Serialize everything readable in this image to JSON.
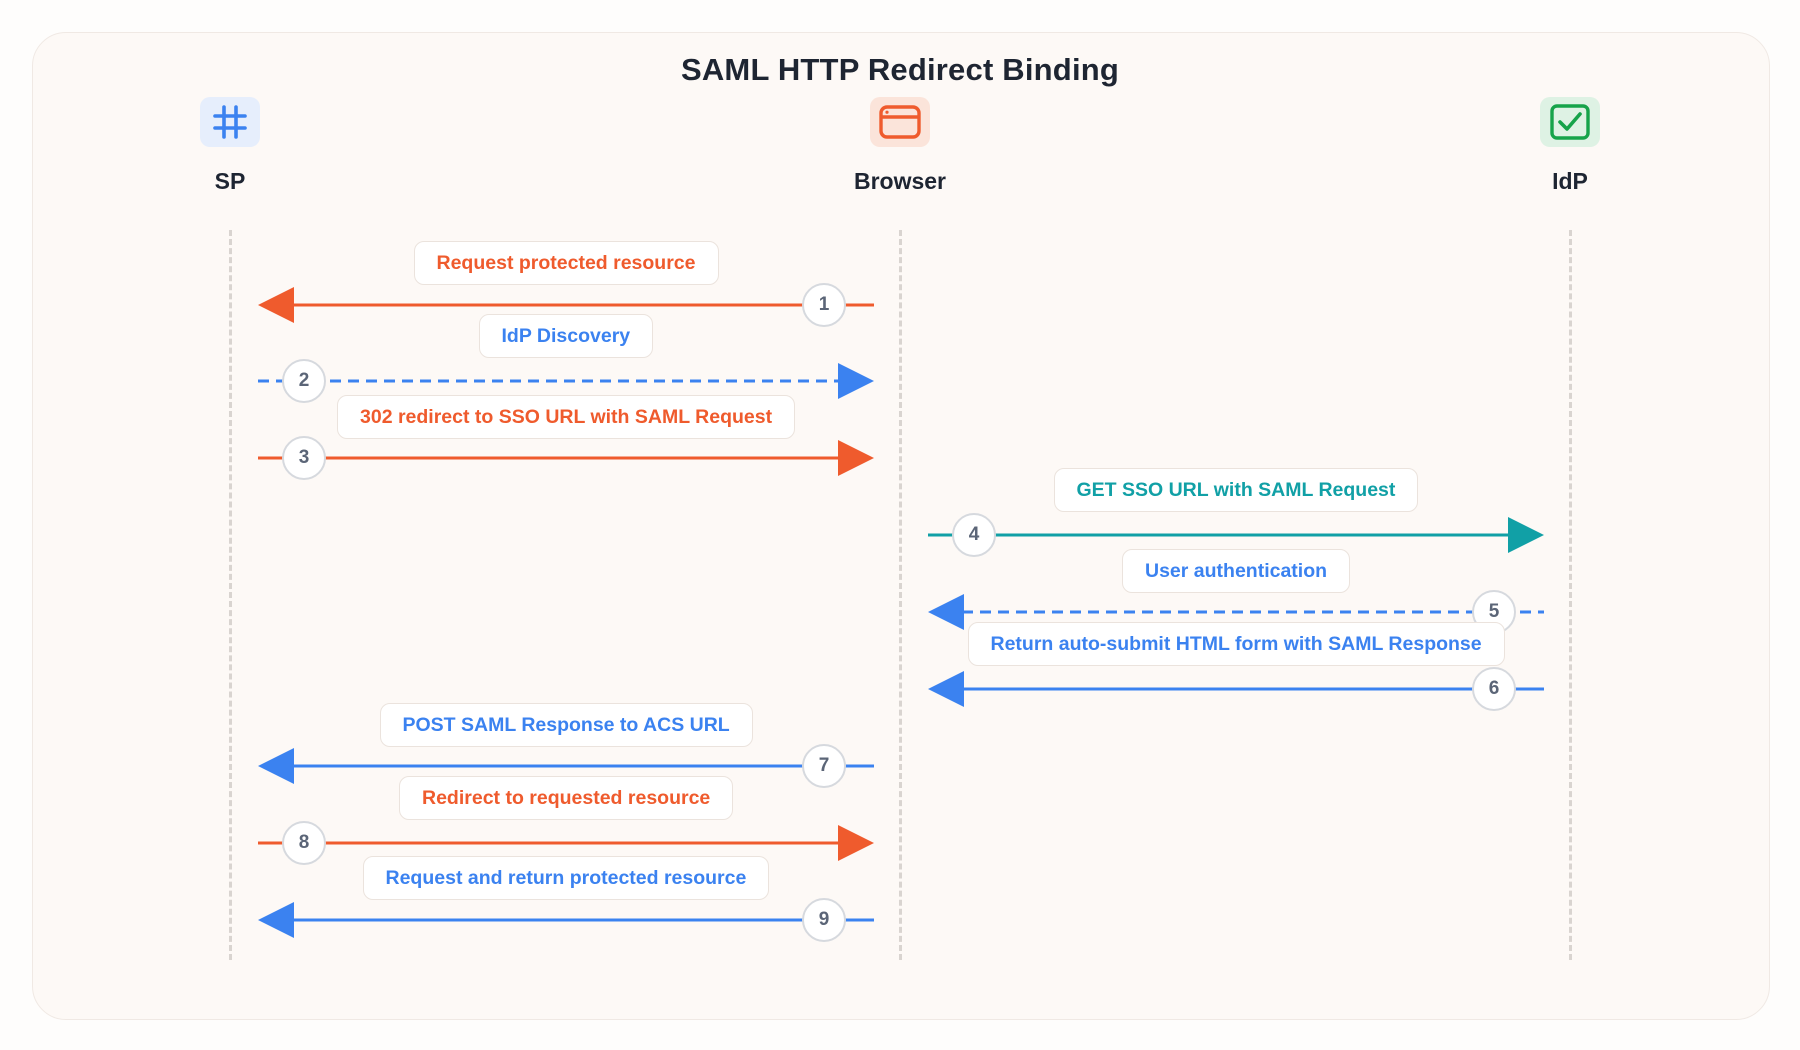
{
  "title": "SAML HTTP Redirect Binding",
  "colors": {
    "orange": "#ef5b2d",
    "blue": "#3b82f0",
    "teal": "#11a0a6",
    "lifeline": "#d9d4d0"
  },
  "actors": [
    {
      "name": "SP",
      "icon": "grid-hash-icon"
    },
    {
      "name": "Browser",
      "icon": "browser-window-icon"
    },
    {
      "name": "IdP",
      "icon": "checkbox-icon"
    }
  ],
  "messages": [
    {
      "step": "1",
      "label": "Request protected resource",
      "from": "Browser",
      "to": "SP",
      "style": "solid",
      "color": "orange"
    },
    {
      "step": "2",
      "label": "IdP Discovery",
      "from": "SP",
      "to": "Browser",
      "style": "dashed",
      "color": "blue"
    },
    {
      "step": "3",
      "label": "302 redirect to SSO URL with SAML Request",
      "from": "SP",
      "to": "Browser",
      "style": "solid",
      "color": "orange"
    },
    {
      "step": "4",
      "label": "GET SSO URL with SAML Request",
      "from": "Browser",
      "to": "IdP",
      "style": "solid",
      "color": "teal"
    },
    {
      "step": "5",
      "label": "User authentication",
      "from": "IdP",
      "to": "Browser",
      "style": "dashed",
      "color": "blue"
    },
    {
      "step": "6",
      "label": "Return auto-submit HTML form with SAML Response",
      "from": "IdP",
      "to": "Browser",
      "style": "solid",
      "color": "blue"
    },
    {
      "step": "7",
      "label": "POST SAML Response to ACS URL",
      "from": "Browser",
      "to": "SP",
      "style": "solid",
      "color": "blue"
    },
    {
      "step": "8",
      "label": "Redirect to requested resource",
      "from": "SP",
      "to": "Browser",
      "style": "solid",
      "color": "orange"
    },
    {
      "step": "9",
      "label": "Request and return protected resource",
      "from": "Browser",
      "to": "SP",
      "style": "solid",
      "color": "blue"
    }
  ]
}
